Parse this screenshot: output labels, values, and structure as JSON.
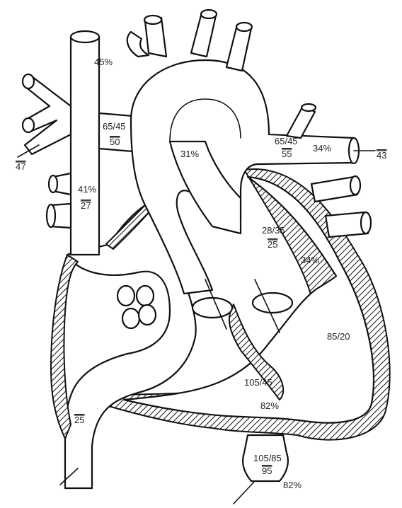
{
  "labels": {
    "svc_sat": "45%",
    "svc_pressure": "65/45",
    "svc_mean": "50",
    "svc_flow": "47",
    "ra_sat": "41%",
    "ra_mean": "27",
    "pa_sat": "31%",
    "la_inflow_pressure": "65/45",
    "la_inflow_mean": "55",
    "la_inflow_sat": "34%",
    "pv_flow": "43",
    "la_pressure": "28/35",
    "la_mean": "25",
    "la_sat": "34%",
    "lv_pressure": "85/20",
    "rv_pressure": "105/45",
    "rv_sat": "82%",
    "ivc_mean": "25",
    "ao_pressure": "105/85",
    "ao_mean": "95",
    "ao_sat": "82%"
  },
  "colors": {
    "ink": "#111111",
    "paper": "#ffffff"
  }
}
